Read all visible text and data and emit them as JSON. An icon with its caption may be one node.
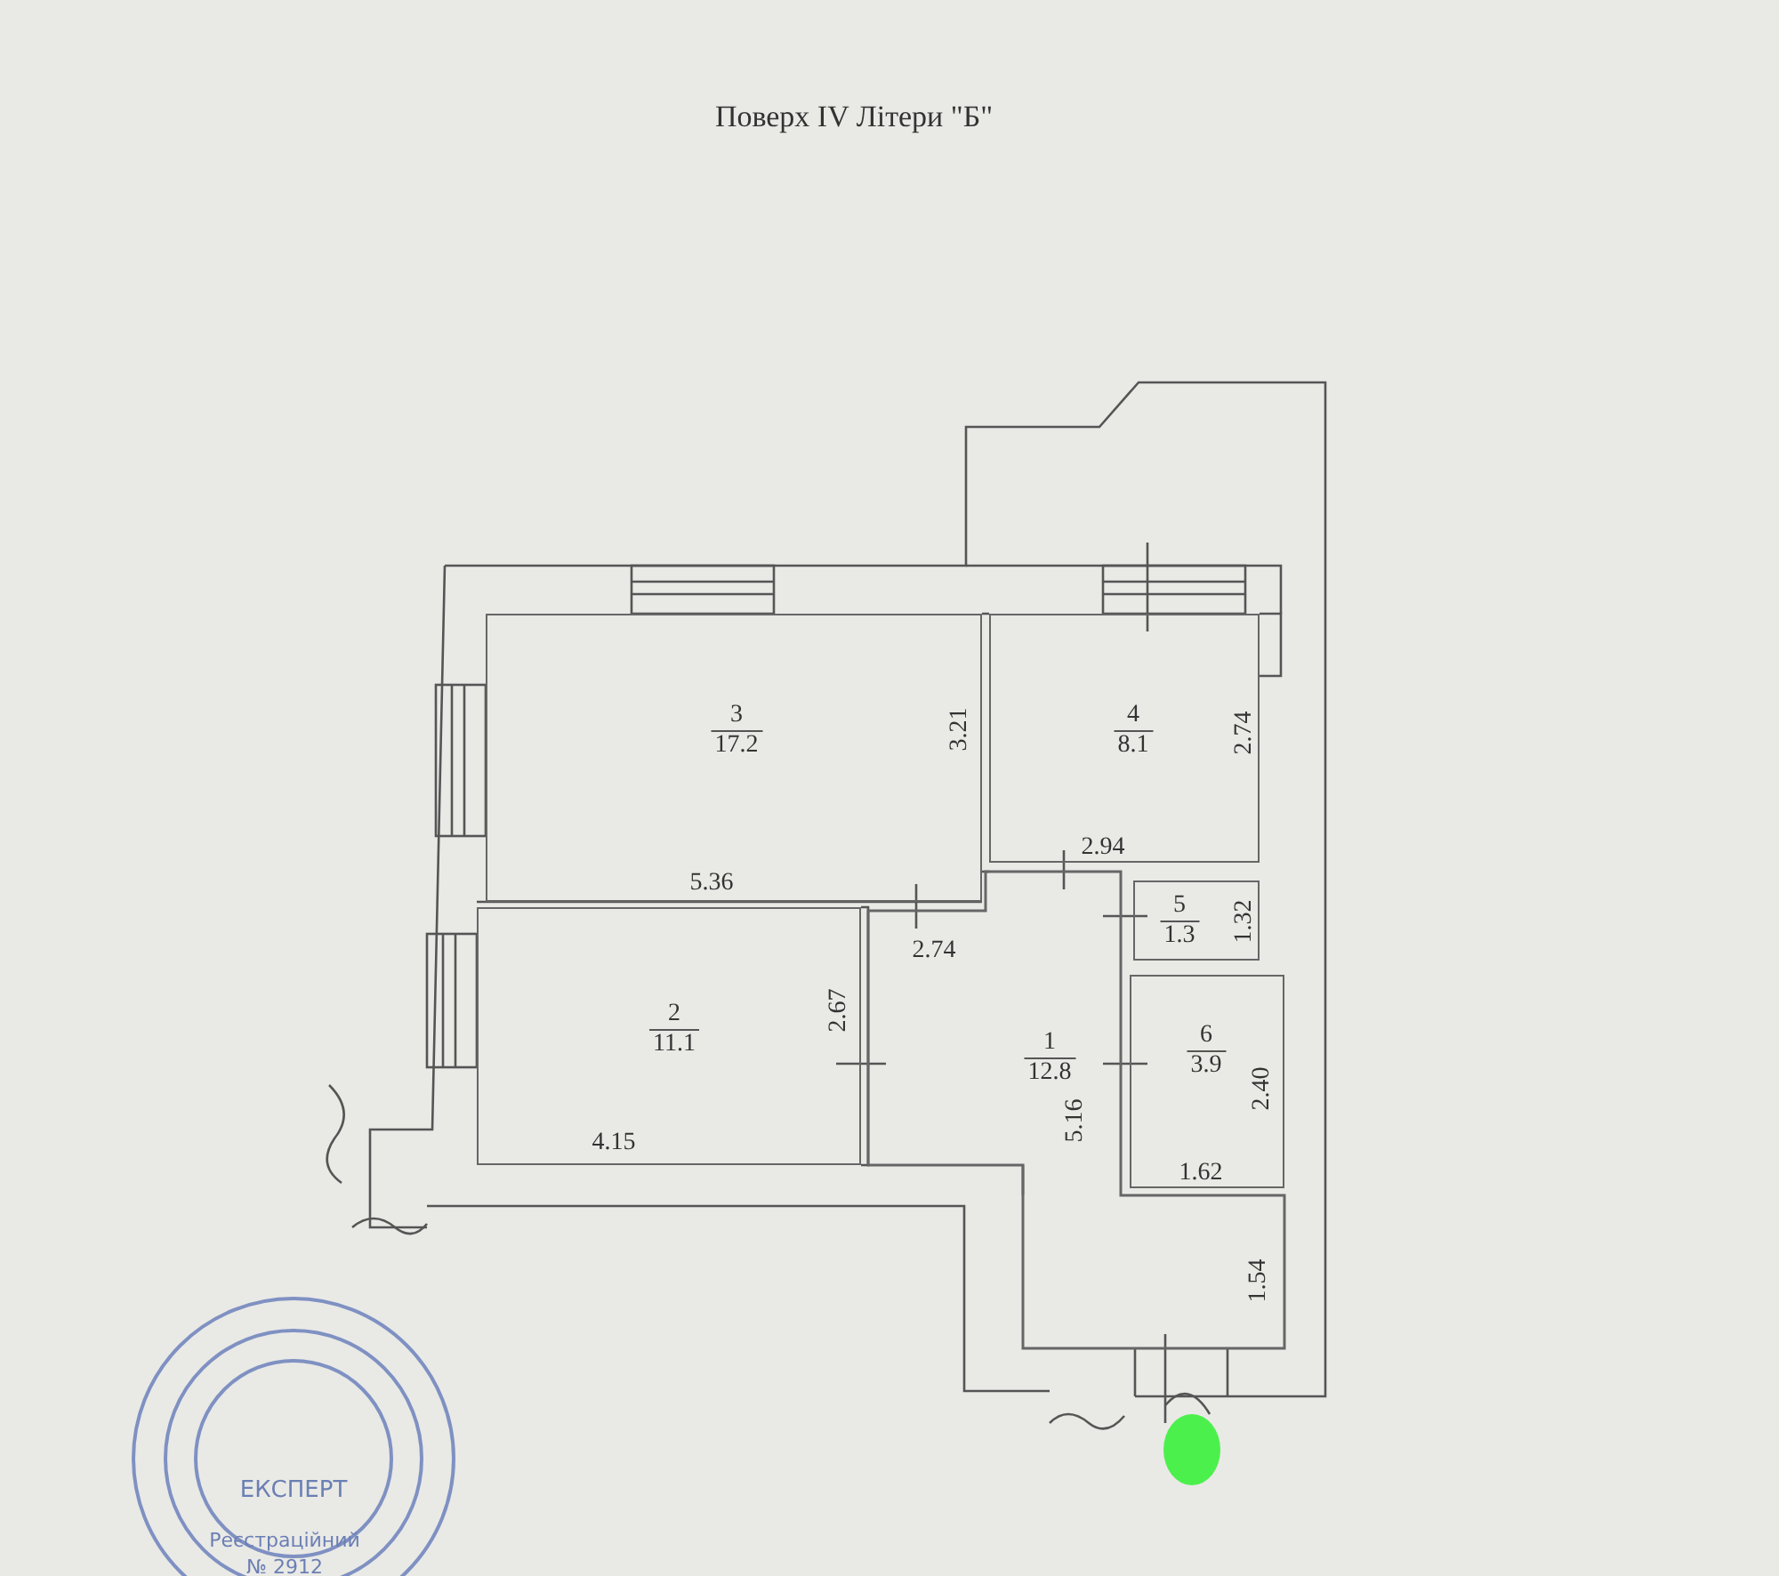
{
  "diagram": {
    "title": "Поверх IV Літери \"Б\"",
    "nodes": [
      {
        "text": [
          "3",
          "17.2"
        ]
      },
      {
        "text": [
          "4",
          "8.1"
        ]
      },
      {
        "text": [
          "5",
          "1.3"
        ]
      },
      {
        "text": [
          "2",
          "11.1"
        ]
      },
      {
        "text": [
          "1",
          "12.8"
        ]
      },
      {
        "text": [
          "6",
          "3.9"
        ]
      }
    ],
    "labels": [
      "3.21",
      "2.74",
      "2.94",
      "5.36",
      "1.32",
      "2.74",
      "2.67",
      "5.16",
      "2.40",
      "4.15",
      "1.62",
      "1.54",
      "ЕКСПЕРТ",
      "Реєстраційний",
      "№ 2912"
    ]
  }
}
